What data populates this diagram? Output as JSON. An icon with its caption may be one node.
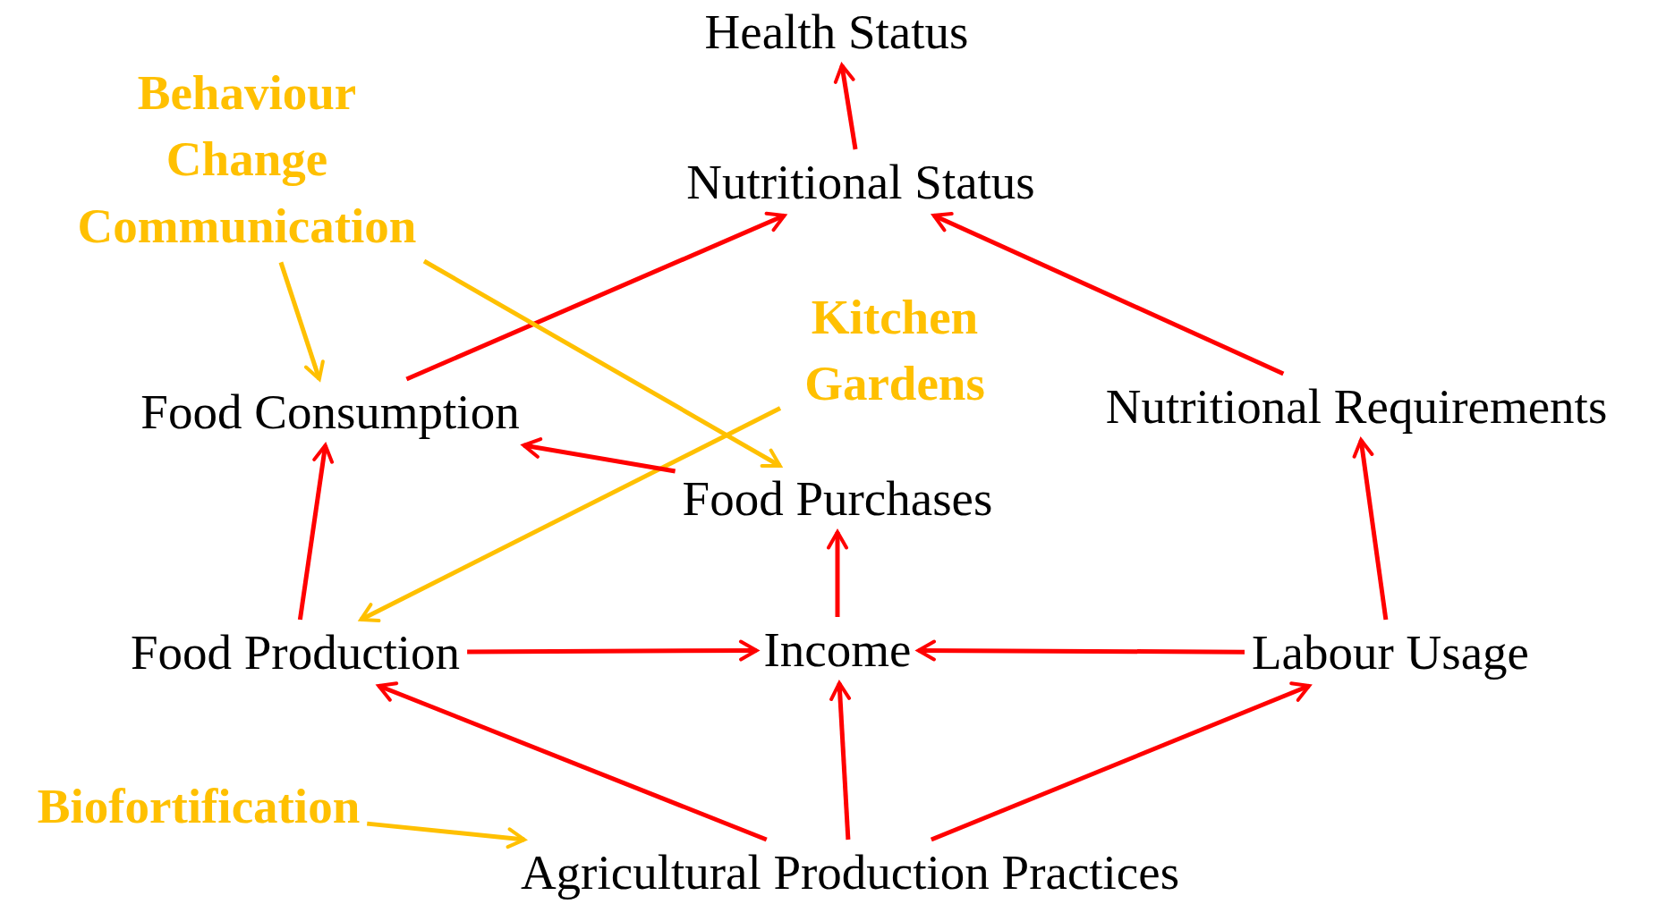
{
  "diagram": {
    "nodes": [
      {
        "text": [
          "Health Status"
        ]
      },
      {
        "text": [
          "Nutritional Status"
        ]
      },
      {
        "text": [
          "Behaviour Change Communication"
        ]
      },
      {
        "text": [
          "Kitchen Gardens"
        ]
      },
      {
        "text": [
          "Food Consumption"
        ]
      },
      {
        "text": [
          "Nutritional Requirements"
        ]
      },
      {
        "text": [
          "Food Purchases"
        ]
      },
      {
        "text": [
          "Food Production"
        ]
      },
      {
        "text": [
          "Income"
        ]
      },
      {
        "text": [
          "Labour Usage"
        ]
      },
      {
        "text": [
          "Biofortification"
        ]
      },
      {
        "text": [
          "Agricultural Production Practices"
        ]
      }
    ],
    "edges": [
      {
        "from": 1,
        "to": 0,
        "arrow": "to"
      },
      {
        "from": 4,
        "to": 1,
        "arrow": "to"
      },
      {
        "from": 5,
        "to": 1,
        "arrow": "to"
      },
      {
        "from": 2,
        "to": 4,
        "arrow": "to",
        "color": "#ffc000"
      },
      {
        "from": 2,
        "to": 6,
        "arrow": "to",
        "color": "#ffc000"
      },
      {
        "from": 3,
        "to": 7,
        "arrow": "to",
        "color": "#ffc000"
      },
      {
        "from": 6,
        "to": 4,
        "arrow": "to"
      },
      {
        "from": 7,
        "to": 4,
        "arrow": "to"
      },
      {
        "from": 8,
        "to": 6,
        "arrow": "to"
      },
      {
        "from": 7,
        "to": 8,
        "arrow": "to"
      },
      {
        "from": 9,
        "to": 8,
        "arrow": "to"
      },
      {
        "from": 9,
        "to": 5,
        "arrow": "to"
      },
      {
        "from": 11,
        "to": 7,
        "arrow": "to"
      },
      {
        "from": 11,
        "to": 8,
        "arrow": "to"
      },
      {
        "from": 11,
        "to": 9,
        "arrow": "to"
      },
      {
        "from": 10,
        "to": 11,
        "arrow": "to",
        "color": "#ffc000"
      }
    ]
  }
}
